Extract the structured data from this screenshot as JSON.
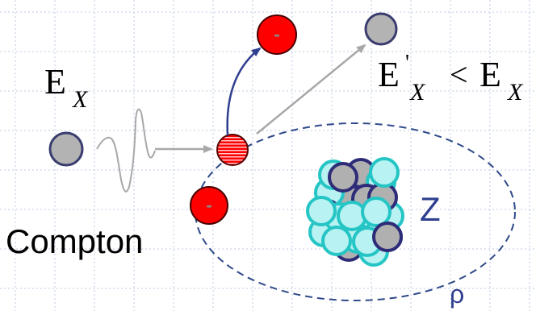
{
  "labels": {
    "incoming_energy": {
      "main": "E",
      "sub": "X"
    },
    "outgoing_energy": {
      "main": "E",
      "prime": "'",
      "sub": "X",
      "relation": "<",
      "rhs_main": "E",
      "rhs_sub": "X"
    },
    "process": "Compton",
    "atomic_number": "Z",
    "density": "ρ",
    "electron_sign": "-"
  },
  "colors": {
    "grid": "#bcc8e0",
    "photon": "#b3b3b3",
    "photon_stroke": "#3a3d6e",
    "electron": "#ff0000",
    "electron_stroke": "#4a0000",
    "electron_sign": "#8a8a8a",
    "neutron": "#b0b0b0",
    "neutron_stroke": "#2e2c78",
    "proton": "#b8f2f2",
    "proton_stroke": "#25c5c5",
    "atom_boundary": "#2f4a8a",
    "arrow_blue": "#2f3f8f",
    "arrow_gray": "#a8a8a8",
    "text": "#000000",
    "accent_text": "#2f3f8f"
  },
  "icons": {
    "incident_photon": "gray-circle",
    "scattered_photon": "gray-circle",
    "ejected_electron": "red-circle",
    "bound_electron": "red-circle",
    "interaction_point": "striped-circle",
    "nucleus": "circle-cluster"
  }
}
